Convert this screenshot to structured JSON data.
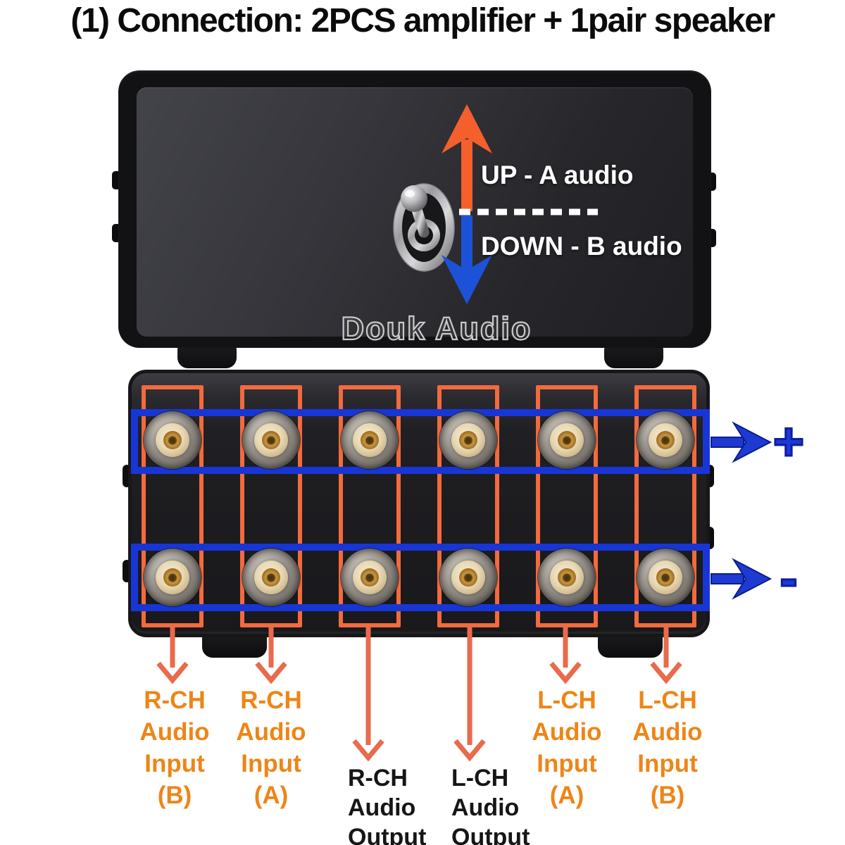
{
  "title": "(1) Connection: 2PCS amplifier + 1pair speaker",
  "front_panel": {
    "up_label": "UP - A audio",
    "down_label": "DOWN - B audio",
    "watermark": "Douk Audio",
    "switch_position": "center toggle switch, up = A, down = B"
  },
  "rear_panel": {
    "polarity_plus": "+",
    "polarity_minus": "-",
    "terminal_rows": 2,
    "terminal_columns": 6
  },
  "connections": {
    "columns": [
      {
        "lines": [
          "R-CH",
          "Audio",
          "Input",
          "(B)"
        ],
        "type": "input"
      },
      {
        "lines": [
          "R-CH",
          "Audio",
          "Input",
          "(A)"
        ],
        "type": "input"
      },
      {
        "lines": [
          "R-CH",
          "Audio",
          "Output"
        ],
        "type": "output"
      },
      {
        "lines": [
          "L-CH",
          "Audio",
          "Output"
        ],
        "type": "output"
      },
      {
        "lines": [
          "L-CH",
          "Audio",
          "Input",
          "(A)"
        ],
        "type": "input"
      },
      {
        "lines": [
          "L-CH",
          "Audio",
          "Input",
          "(B)"
        ],
        "type": "input"
      }
    ]
  },
  "colors": {
    "up_arrow": "#f45f2c",
    "down_arrow": "#1d52d8",
    "column_box": "#f26a3e",
    "row_box": "#1836d6",
    "connector_arrow": "#e96a4c",
    "input_label": "#ee8517",
    "output_label": "#161616",
    "polarity": "#1e38d4",
    "dashed_divider": "#ffffff"
  }
}
